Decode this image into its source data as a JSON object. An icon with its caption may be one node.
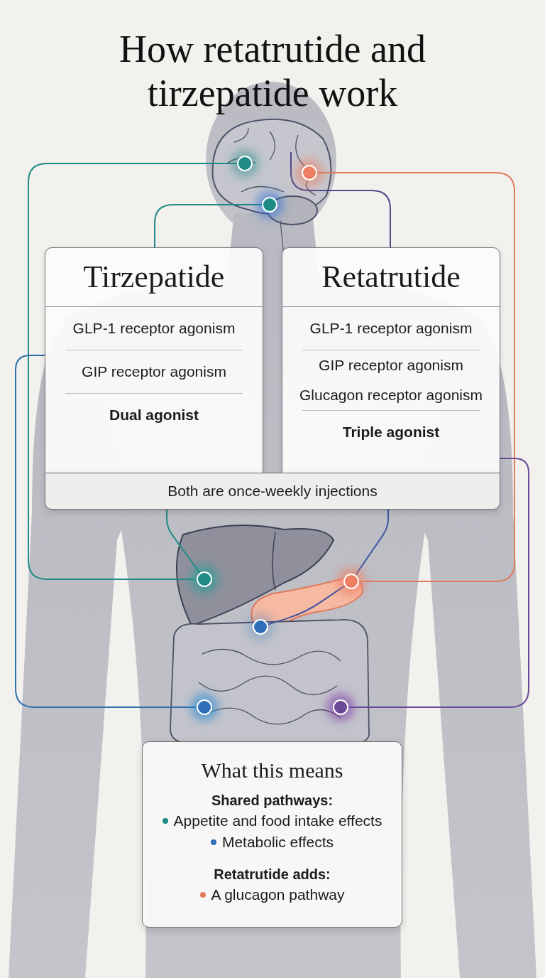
{
  "diagram": {
    "title": "How retatrutide and tirzepatide work",
    "nodes": [
      {
        "text": [
          "Tirzepatide",
          "GLP-1 receptor agonism",
          "GIP receptor agonism",
          "Dual agonist"
        ]
      },
      {
        "text": [
          "Retatrutide",
          "GLP-1 receptor agonism",
          "GIP receptor agonism",
          "Glucagon receptor agonism",
          "Triple agonist"
        ]
      },
      {
        "text": [
          "Both are once-weekly injections"
        ]
      },
      {
        "text": [],
        "shape": "circle"
      },
      {
        "text": [],
        "shape": "circle"
      },
      {
        "text": [],
        "shape": "circle"
      },
      {
        "text": [],
        "shape": "circle"
      },
      {
        "text": [],
        "shape": "circle"
      },
      {
        "text": [],
        "shape": "circle"
      },
      {
        "text": [],
        "shape": "circle"
      },
      {
        "text": [],
        "shape": "circle"
      },
      {
        "text": [
          "What this means",
          "Shared pathways:",
          "Appetite and food intake effects",
          "Metabolic effects",
          "Retatrutide adds:",
          "A glucagon pathway"
        ]
      }
    ],
    "edges": [
      {
        "from": 3,
        "to": 6,
        "arrow": "none",
        "color": "#1f8a86"
      },
      {
        "from": 4,
        "to": 0,
        "arrow": "none",
        "color": "#1f8a86"
      },
      {
        "from": 5,
        "to": 7,
        "arrow": "none",
        "color": "#e07b5f"
      },
      {
        "from": null,
        "to": 1,
        "arrow": "none",
        "color": "#4f4a8c"
      },
      {
        "from": 2,
        "to": 6,
        "arrow": "none",
        "color": "#1f8a86"
      },
      {
        "from": 2,
        "to": 7,
        "arrow": "none",
        "color": "#3f55a0"
      },
      {
        "from": 7,
        "to": 8,
        "arrow": "none",
        "color": "#3f55a0"
      },
      {
        "from": 0,
        "to": 9,
        "arrow": "none",
        "color": "#2f6fae"
      },
      {
        "from": 1,
        "to": 10,
        "arrow": "none",
        "color": "#6a4a94"
      }
    ]
  }
}
